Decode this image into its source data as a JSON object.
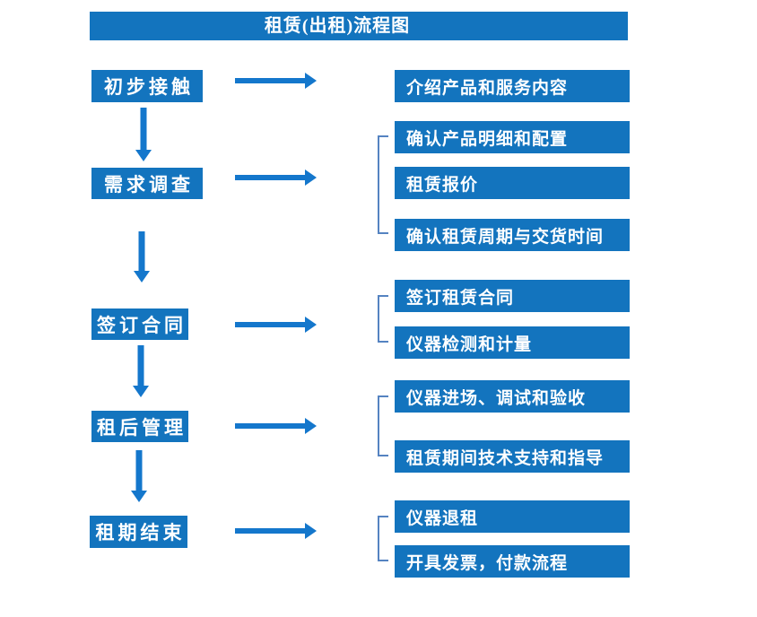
{
  "title": "租赁(出租)流程图",
  "colors": {
    "box_blue": "#1374be",
    "arrow_blue": "#1477cc",
    "bracket_blue": "#5583c1",
    "text_white": "#ffffff",
    "background": "#ffffff"
  },
  "flow": [
    {
      "step": "初步接触",
      "details": [
        "介绍产品和服务内容"
      ]
    },
    {
      "step": "需求调查",
      "details": [
        "确认产品明细和配置",
        "租赁报价",
        "确认租赁周期与交货时间"
      ]
    },
    {
      "step": "签订合同",
      "details": [
        "签订租赁合同",
        "仪器检测和计量"
      ]
    },
    {
      "step": "租后管理",
      "details": [
        "仪器进场、调试和验收",
        "租赁期间技术支持和指导"
      ]
    },
    {
      "step": "租期结束",
      "details": [
        "仪器退租",
        "开具发票，付款流程"
      ]
    }
  ]
}
